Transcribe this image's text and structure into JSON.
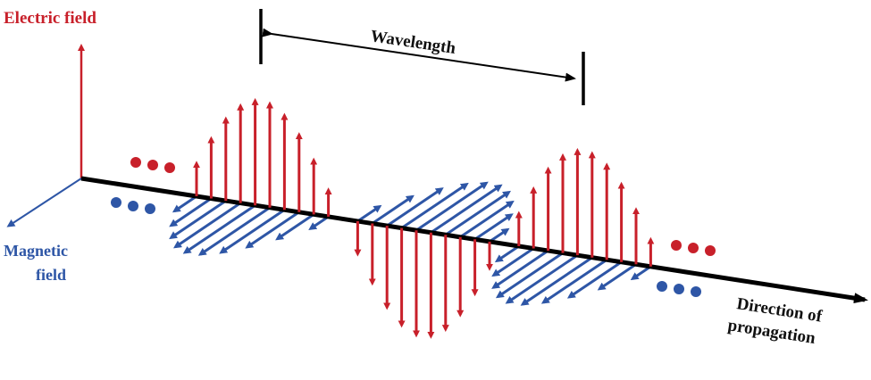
{
  "labels": {
    "electric_field": "Electric field",
    "magnetic_field_line1": "Magnetic",
    "magnetic_field_line2": "field",
    "wavelength": "Wavelength",
    "direction_line1": "Direction of",
    "direction_line2": "propagation"
  },
  "colors": {
    "electric": "#c8202a",
    "magnetic": "#2e56a6",
    "axis": "#000000",
    "text_dark": "#111111"
  }
}
